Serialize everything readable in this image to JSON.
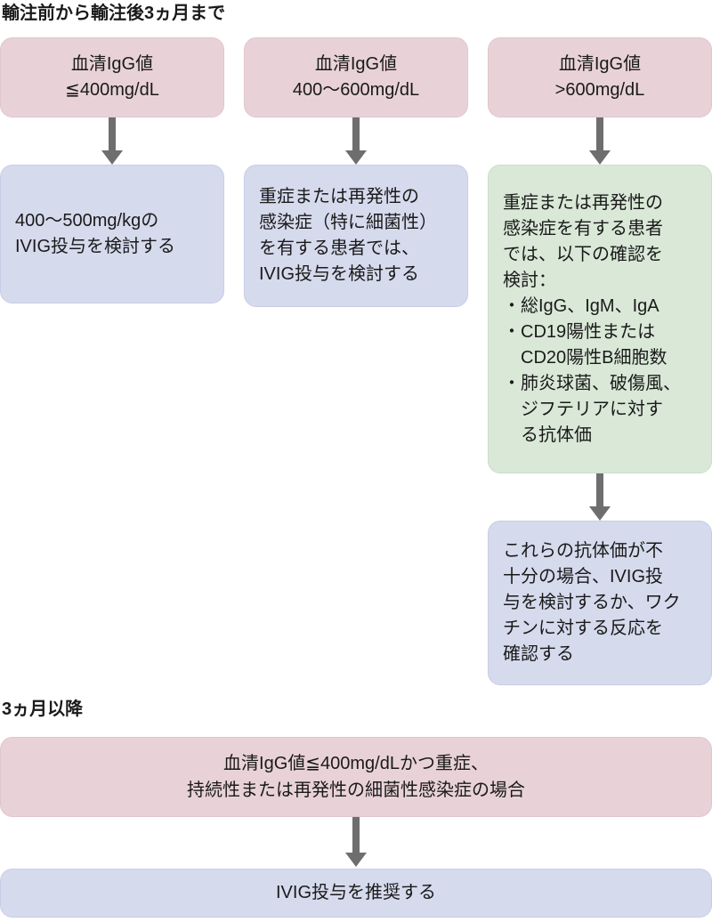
{
  "colors": {
    "conditionFill": "#e8d2d8",
    "conditionBorder": "#dfc5cc",
    "actionFill": "#d6daed",
    "actionBorder": "#c8cde6",
    "checkFill": "#d9e8d7",
    "checkBorder": "#c9dfc7",
    "arrow": "#6e6e6e",
    "text": "#1a1a1a",
    "background": "#ffffff"
  },
  "section1": {
    "title": "輸注前から輸注後3ヵ月まで",
    "columns": [
      {
        "condition": "血清IgG値\n≦400mg/dL",
        "action": "400〜500mg/kgの\nIVIG投与を検討する"
      },
      {
        "condition": "血清IgG値\n400〜600mg/dL",
        "action": "重症または再発性の\n感染症（特に細菌性）\nを有する患者では、\nIVIG投与を検討する"
      },
      {
        "condition": "血清IgG値\n>600mg/dL",
        "check": "重症または再発性の\n感染症を有する患者\nでは、以下の確認を\n検討：\n・総IgG、IgM、IgA\n・CD19陽性または\n　CD20陽性B細胞数\n・肺炎球菌、破傷風、\n　ジフテリアに対す\n　る抗体価",
        "followup": "これらの抗体価が不\n十分の場合、IVIG投\n与を検討するか、ワク\nチンに対する反応を\n確認する"
      }
    ]
  },
  "section2": {
    "title": "3ヵ月以降",
    "condition": "血清IgG値≦400mg/dLかつ重症、\n持続性または再発性の細菌性感染症の場合",
    "action": "IVIG投与を推奨する"
  }
}
